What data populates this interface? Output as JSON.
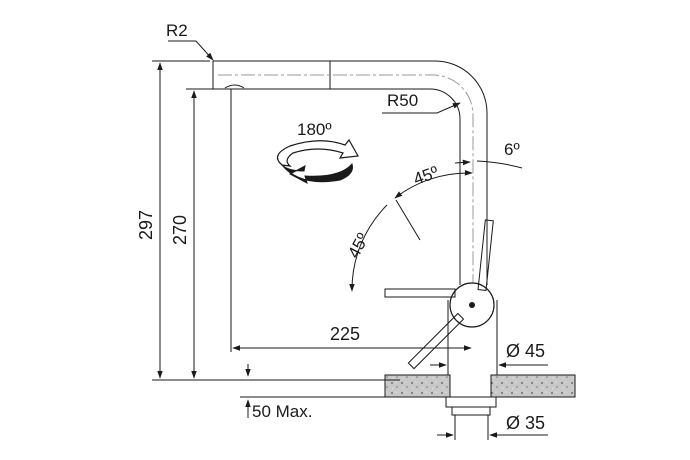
{
  "labels": {
    "r2": "R2",
    "r50": "R50",
    "rotation": "180º",
    "angle_6": "6º",
    "angle_45_upper": "45º",
    "angle_45_lower": "45º",
    "height_297": "297",
    "height_270": "270",
    "reach_225": "225",
    "dia_45": "Ø 45",
    "dia_35": "Ø 35",
    "max_50": "50 Max."
  },
  "colors": {
    "line": "#1a1a1a",
    "faucet_outline": "#9a9a9a",
    "counter_fill": "#c8c8c8"
  }
}
